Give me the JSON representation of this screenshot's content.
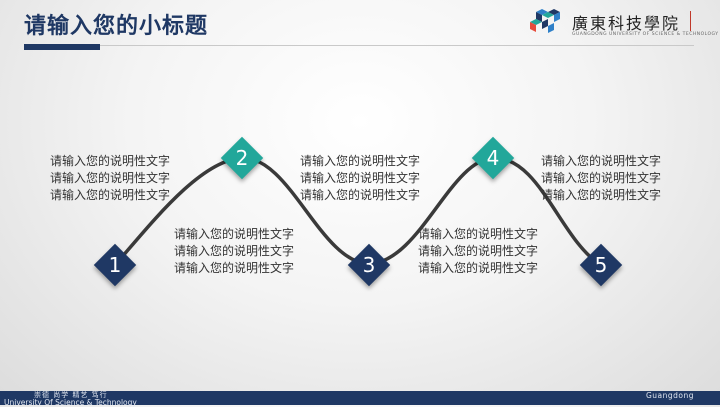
{
  "slide": {
    "title": "请输入您的小标题"
  },
  "logo": {
    "name": "廣東科技學院",
    "subtitle": "GUANGDONG UNIVERSITY OF SCIENCE & TECHNOLOGY",
    "colors": [
      "#1f3864",
      "#22a79a",
      "#e74c3c",
      "#2f80c8"
    ]
  },
  "steps": [
    {
      "number": "1",
      "lines": [
        "请输入您的说明性文字",
        "请输入您的说明性文字",
        "请输入您的说明性文字"
      ]
    },
    {
      "number": "2",
      "lines": [
        "请输入您的说明性文字",
        "请输入您的说明性文字",
        "请输入您的说明性文字"
      ]
    },
    {
      "number": "3",
      "lines": [
        "请输入您的说明性文字",
        "请输入您的说明性文字",
        "请输入您的说明性文字"
      ]
    },
    {
      "number": "4",
      "lines": [
        "请输入您的说明性文字",
        "请输入您的说明性文字",
        "请输入您的说明性文字"
      ]
    },
    {
      "number": "5",
      "lines": [
        "请输入您的说明性文字",
        "请输入您的说明性文字",
        "请输入您的说明性文字"
      ]
    }
  ],
  "colors": {
    "navy": "#1f3864",
    "teal": "#22a79a",
    "curve": "#3a3a3a"
  },
  "footer": {
    "motto": "崇德 尚学 精艺 笃行",
    "english": "University Of Science & Technology",
    "right": "Guangdong"
  }
}
